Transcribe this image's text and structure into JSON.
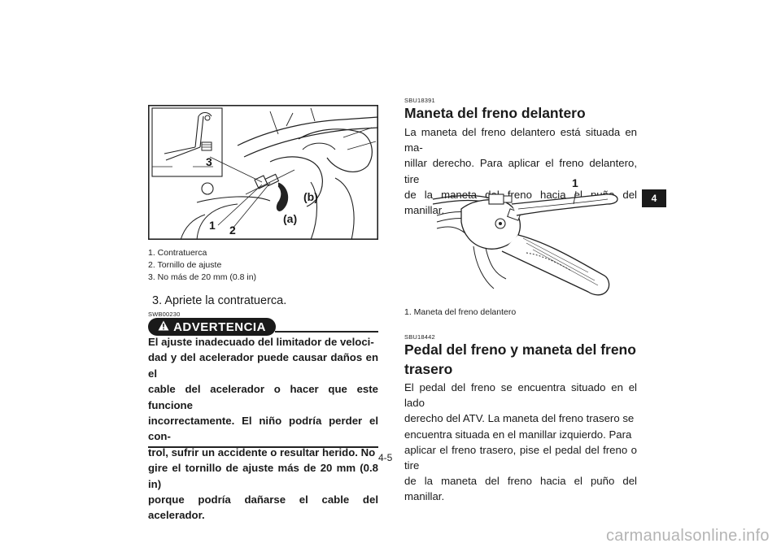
{
  "left": {
    "figure": {
      "labels": [
        "3",
        "(b)",
        "(a)",
        "1",
        "2"
      ]
    },
    "captions": [
      "1. Contratuerca",
      "2. Tornillo de ajuste",
      "3. No más de 20 mm (0.8 in)"
    ],
    "step": "3. Apriete la contratuerca.",
    "warning_code": "SWB00230",
    "warning_title": "ADVERTENCIA",
    "warning_lines": [
      "El ajuste inadecuado del limitador de veloci-",
      "dad y del acelerador puede causar daños en el",
      "cable del acelerador o hacer que este funcione",
      "incorrectamente. El niño podría perder el con-",
      "trol, sufrir un accidente o resultar herido. No",
      "gire el tornillo de ajuste más de 20 mm (0.8 in)",
      "porque podría dañarse el cable del acelerador."
    ]
  },
  "right": {
    "section1": {
      "code": "SBU18391",
      "title": "Maneta del freno delantero",
      "lines": [
        "La maneta del freno delantero está situada en ma-",
        "nillar derecho. Para aplicar el freno delantero, tire",
        "de la maneta del freno hacia el puño del manillar."
      ]
    },
    "figure": {
      "label": "1"
    },
    "figure_caption": "1. Maneta del freno delantero",
    "section2": {
      "code": "SBU18442",
      "title_line1": "Pedal del freno y maneta del freno",
      "title_line2": "trasero",
      "lines": [
        "El pedal del freno se encuentra situado en el lado",
        "derecho del ATV. La maneta del freno trasero se",
        "encuentra situada en el manillar izquierdo. Para",
        "aplicar el freno trasero, pise el pedal del freno o tire",
        "de la maneta del freno hacia el puño del manillar."
      ]
    }
  },
  "chapter_tab": "4",
  "page_number": "4-5",
  "watermark": "carmanualsonline.info"
}
